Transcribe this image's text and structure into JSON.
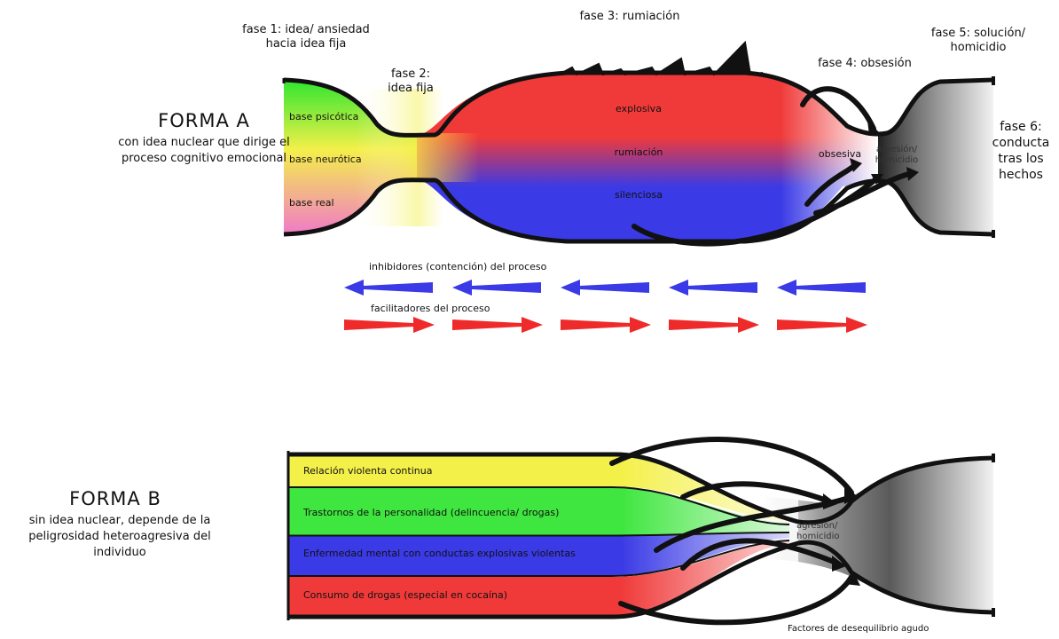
{
  "form_a": {
    "title": "FORMA A",
    "description_lines": [
      "con idea nuclear que dirige el",
      "proceso cognitivo emocional"
    ],
    "phases": {
      "fase1": [
        "fase 1: idea/ ansiedad",
        "hacia idea fija"
      ],
      "fase2": [
        "fase 2:",
        "idea fija"
      ],
      "fase3": "fase 3: rumiación",
      "fase4": "fase 4: obsesión",
      "fase5": [
        "fase 5: solución/",
        "homicidio"
      ],
      "fase6": [
        "fase 6:",
        "conducta",
        "tras los",
        "hechos"
      ]
    },
    "bases": [
      "base psicótica",
      "base neurótica",
      "base real"
    ],
    "middle": [
      "explosiva",
      "rumiación",
      "silenciosa"
    ],
    "obsesiva": "obsesiva",
    "agresion": [
      "agresión/",
      "homicidio"
    ],
    "inhibitors_label": "inhibidores (contención) del proceso",
    "facilitators_label": "facilitadores del proceso",
    "colors": {
      "inhibitor": "#3a3ae6",
      "facilitator": "#ee2a2a",
      "green": "#33e633",
      "yellow": "#f4f04a",
      "pink": "#f07ac8",
      "red": "#f03a3a",
      "blue": "#3a3ae6"
    }
  },
  "form_b": {
    "title": "FORMA B",
    "description_lines": [
      "sin idea nuclear, depende de la",
      "peligrosidad heteroagresiva del",
      "individuo"
    ],
    "bands": [
      {
        "label": "Relación violenta continua",
        "color": "#f4f04a"
      },
      {
        "label": "Trastornos de la personalidad (delincuencia/ drogas)",
        "color": "#3fe63f"
      },
      {
        "label": "Enfermedad mental con conductas explosivas violentas",
        "color": "#3a3ae6"
      },
      {
        "label": "Consumo de drogas (especial en cocaína)",
        "color": "#f03a3a"
      }
    ],
    "agresion": [
      "agresión/",
      "homicidio"
    ],
    "footer": "Factores de desequilibrio agudo"
  }
}
